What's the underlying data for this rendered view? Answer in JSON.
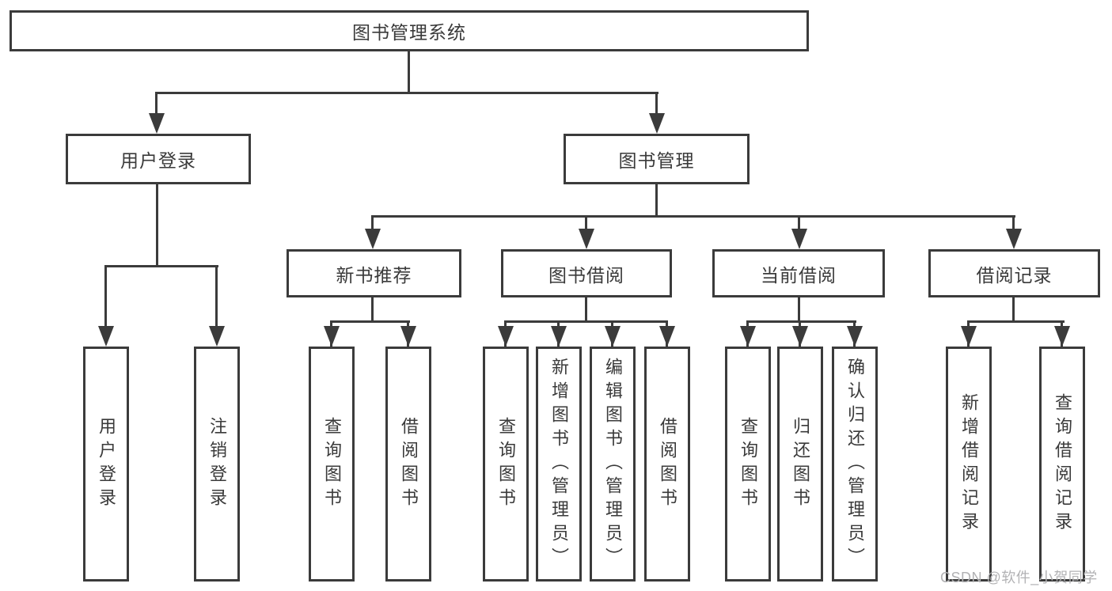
{
  "diagram": {
    "type": "tree",
    "root": {
      "label": "图书管理系统",
      "children": [
        {
          "label": "用户登录",
          "children": [
            {
              "label": "用户登录"
            },
            {
              "label": "注销登录"
            }
          ]
        },
        {
          "label": "图书管理",
          "children": [
            {
              "label": "新书推荐",
              "children": [
                {
                  "label": "查询图书"
                },
                {
                  "label": "借阅图书"
                }
              ]
            },
            {
              "label": "图书借阅",
              "children": [
                {
                  "label": "查询图书"
                },
                {
                  "label": "新增图书（管理员）"
                },
                {
                  "label": "编辑图书（管理员）"
                },
                {
                  "label": "借阅图书"
                }
              ]
            },
            {
              "label": "当前借阅",
              "children": [
                {
                  "label": "查询图书"
                },
                {
                  "label": "归还图书"
                },
                {
                  "label": "确认归还（管理员）"
                }
              ]
            },
            {
              "label": "借阅记录",
              "children": [
                {
                  "label": "新增借阅记录"
                },
                {
                  "label": "查询借阅记录"
                }
              ]
            }
          ]
        }
      ]
    },
    "colors": {
      "line": "#3b3b3b",
      "text": "#3a3a3a",
      "box_background": "#ffffff",
      "page_background": "#ffffff"
    }
  },
  "watermark": {
    "text": "CSDN @软件_小贺同学",
    "color": "#b2b2b4"
  }
}
